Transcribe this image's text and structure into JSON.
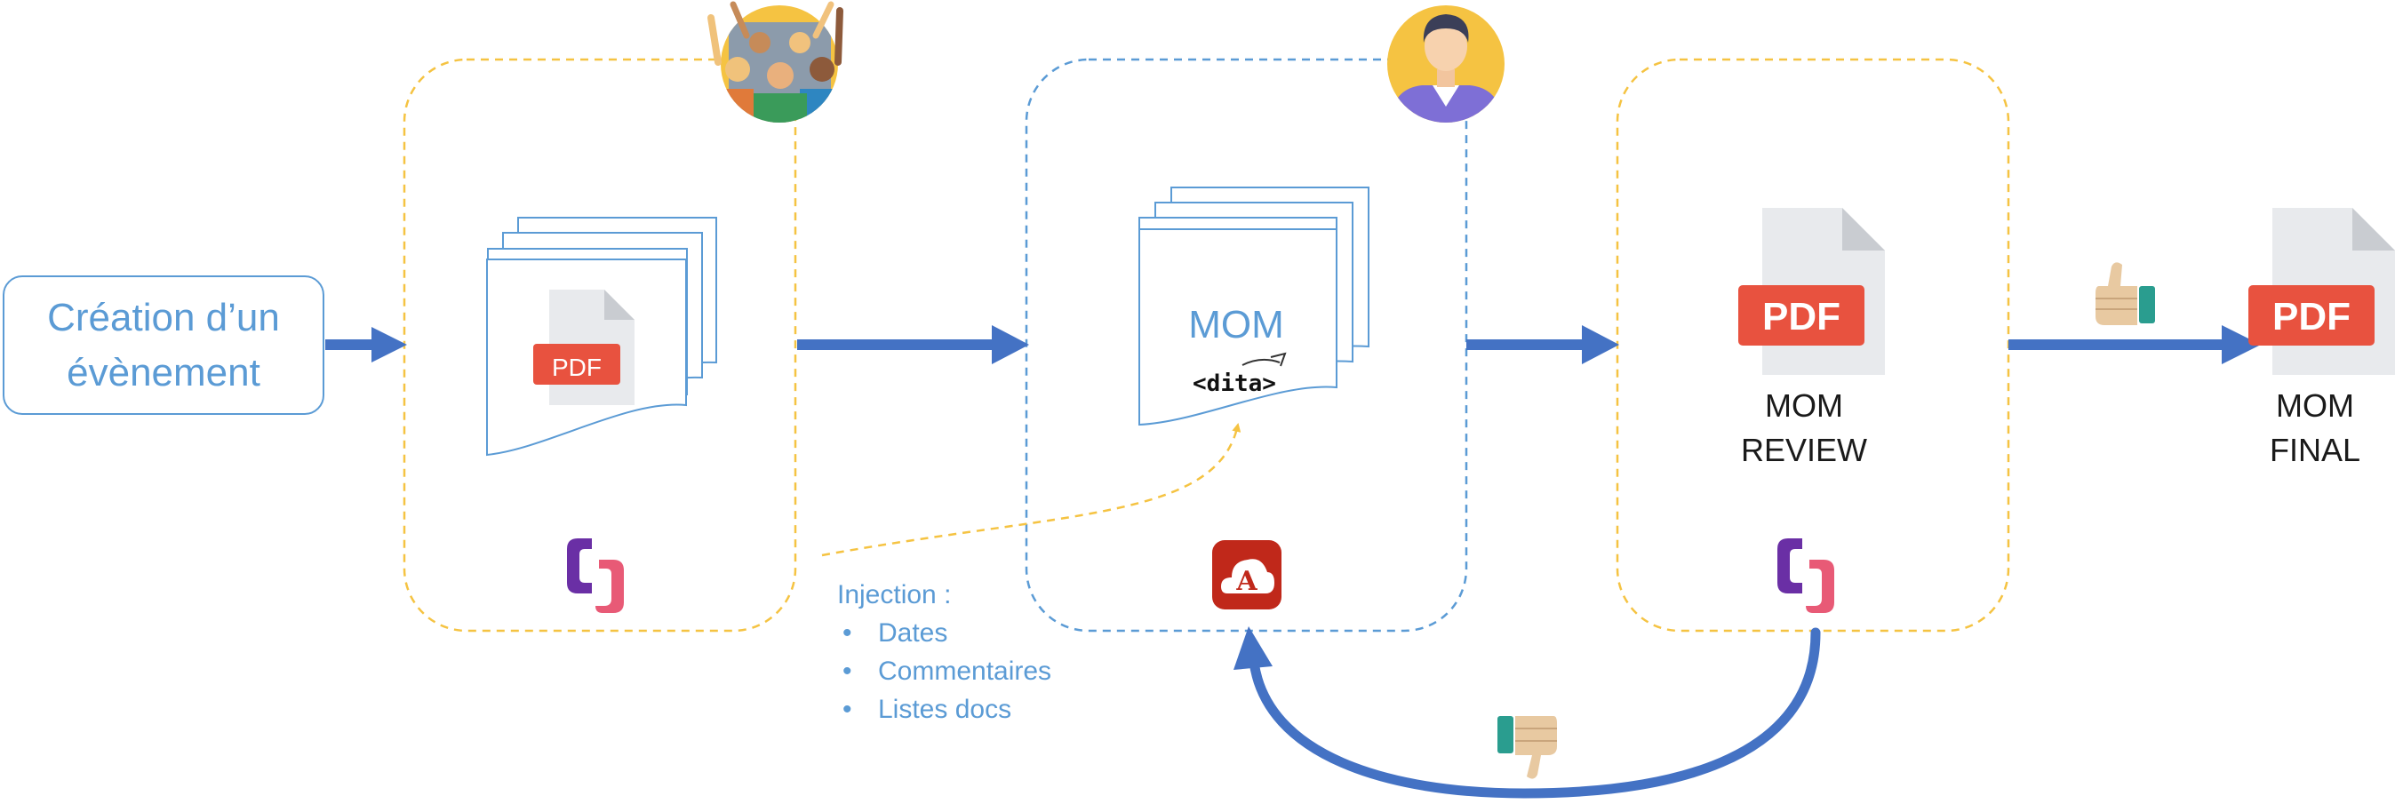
{
  "start": {
    "line1": "Création d’un",
    "line2": "évènement"
  },
  "mom_doc": {
    "title": "MOM",
    "tag": "<dita>"
  },
  "pdf_badge": "PDF",
  "review": {
    "line1": "MOM",
    "line2": "REVIEW"
  },
  "final": {
    "line1": "MOM",
    "line2": "FINAL"
  },
  "injection": {
    "heading": "Injection :",
    "items": [
      "Dates",
      "Commentaires",
      "Listes docs"
    ]
  },
  "colors": {
    "accent_blue": "#4472c4",
    "light_blue": "#5b9bd5",
    "dash_yellow": "#f5c342",
    "pdf_red": "#e8523f",
    "acrobat_red": "#c0281a"
  },
  "icons": [
    "group-people-icon",
    "person-avatar-icon",
    "workflow-app-icon",
    "acrobat-cloud-icon",
    "thumbs-up-icon",
    "thumbs-down-icon"
  ]
}
